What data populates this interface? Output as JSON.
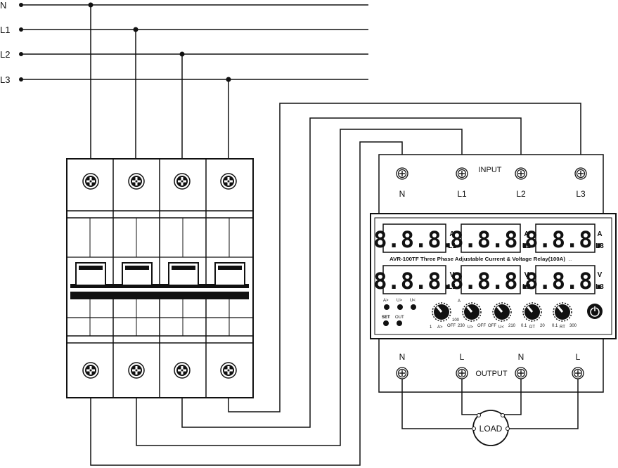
{
  "bus_lines": [
    "N",
    "L1",
    "L2",
    "L3"
  ],
  "relay": {
    "input_label": "INPUT",
    "input_terminals": [
      "N",
      "L1",
      "L2",
      "L3"
    ],
    "output_label": "OUTPUT",
    "output_terminals": [
      "N",
      "L",
      "N",
      "L"
    ],
    "model_text": "AVR-100TF Three Phase Adjustable Current & Voltage Relay(100A)",
    "display_value": "8.8.8.",
    "current_unit": "A",
    "voltage_unit": "V",
    "current_phases": [
      "L1",
      "L2",
      "L3"
    ],
    "voltage_phases": [
      "L1",
      "L2",
      "L3"
    ],
    "indicators": [
      "A>",
      "U>",
      "U<",
      "SET",
      "OUT"
    ],
    "knobs": [
      {
        "name": "A>",
        "min": "1",
        "max": "OFF",
        "extra": "100"
      },
      {
        "name": "U>",
        "min": "230",
        "max": "OFF"
      },
      {
        "name": "U<",
        "min": "OFF",
        "max": "210"
      },
      {
        "name": "DT",
        "min": "0.1",
        "max": "20"
      },
      {
        "name": "RT",
        "min": "0.1",
        "max": "300"
      }
    ],
    "knob_header": "A"
  },
  "load_label": "LOAD"
}
